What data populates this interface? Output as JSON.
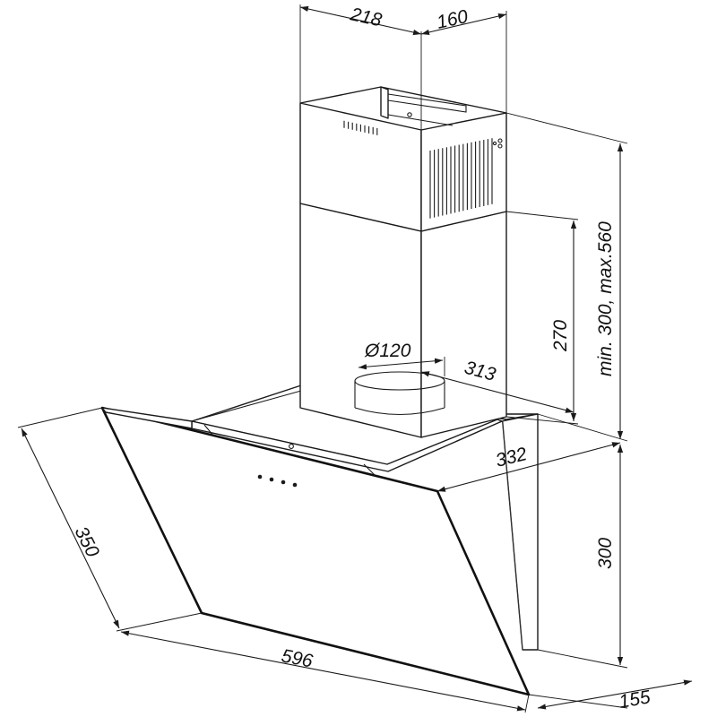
{
  "dimensions": {
    "chimney_front_width": "218",
    "chimney_side_depth": "160",
    "chimney_height_range": "min. 300, max.560",
    "lower_chimney_height": "270",
    "duct_diameter": "Ø120",
    "duct_offset": "313",
    "canopy_depth": "332",
    "glass_panel_length": "350",
    "hood_height": "300",
    "hood_width": "596",
    "bottom_depth": "155"
  },
  "colors": {
    "line": "#1a1a1a",
    "background": "#ffffff"
  }
}
